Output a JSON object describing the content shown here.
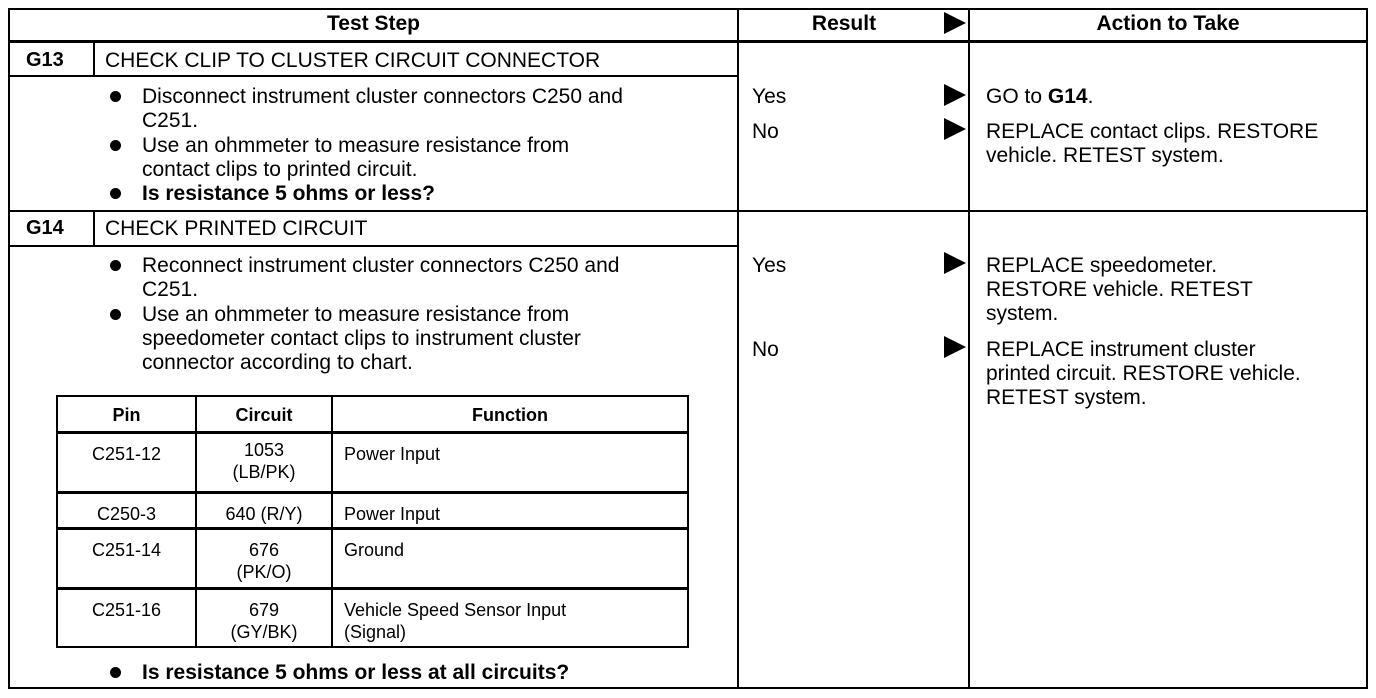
{
  "header": {
    "test_step": "Test Step",
    "result": "Result",
    "action": "Action to Take"
  },
  "g13": {
    "id": "G13",
    "title": "CHECK CLIP TO CLUSTER CIRCUIT CONNECTOR",
    "bullets": [
      [
        "Disconnect instrument cluster connectors C250 and",
        "C251."
      ],
      [
        "Use an ohmmeter to measure resistance from",
        "contact clips to printed circuit."
      ],
      [
        "Is resistance 5 ohms or less?"
      ]
    ],
    "results": [
      {
        "label": "Yes",
        "action_pre": "GO to ",
        "action_bold": "G14",
        "action_post": "."
      },
      {
        "label": "No",
        "action_lines": [
          "REPLACE contact clips. RESTORE",
          "vehicle. RETEST system."
        ]
      }
    ]
  },
  "g14": {
    "id": "G14",
    "title": "CHECK PRINTED CIRCUIT",
    "bullets": [
      [
        "Reconnect instrument cluster connectors C250 and",
        "C251."
      ],
      [
        "Use an ohmmeter to measure resistance from",
        "speedometer contact clips to instrument cluster",
        "connector according to chart."
      ],
      [
        "Is resistance 5 ohms or less at all circuits?"
      ]
    ],
    "results": [
      {
        "label": "Yes",
        "action_lines": [
          "REPLACE speedometer.",
          "RESTORE vehicle. RETEST",
          "system."
        ]
      },
      {
        "label": "No",
        "action_lines": [
          "REPLACE instrument cluster",
          "printed circuit. RESTORE vehicle.",
          "RETEST system."
        ]
      }
    ],
    "table": {
      "columns": [
        "Pin",
        "Circuit",
        "Function"
      ],
      "rows": [
        {
          "pin": "C251-12",
          "circuit": [
            "1053",
            "(LB/PK)"
          ],
          "function": [
            "Power Input"
          ]
        },
        {
          "pin": "C250-3",
          "circuit": [
            "640 (R/Y)"
          ],
          "function": [
            "Power Input"
          ]
        },
        {
          "pin": "C251-14",
          "circuit": [
            "676",
            "(PK/O)"
          ],
          "function": [
            "Ground"
          ]
        },
        {
          "pin": "C251-16",
          "circuit": [
            "679",
            "(GY/BK)"
          ],
          "function": [
            "Vehicle Speed Sensor Input",
            "(Signal)"
          ]
        }
      ]
    }
  }
}
